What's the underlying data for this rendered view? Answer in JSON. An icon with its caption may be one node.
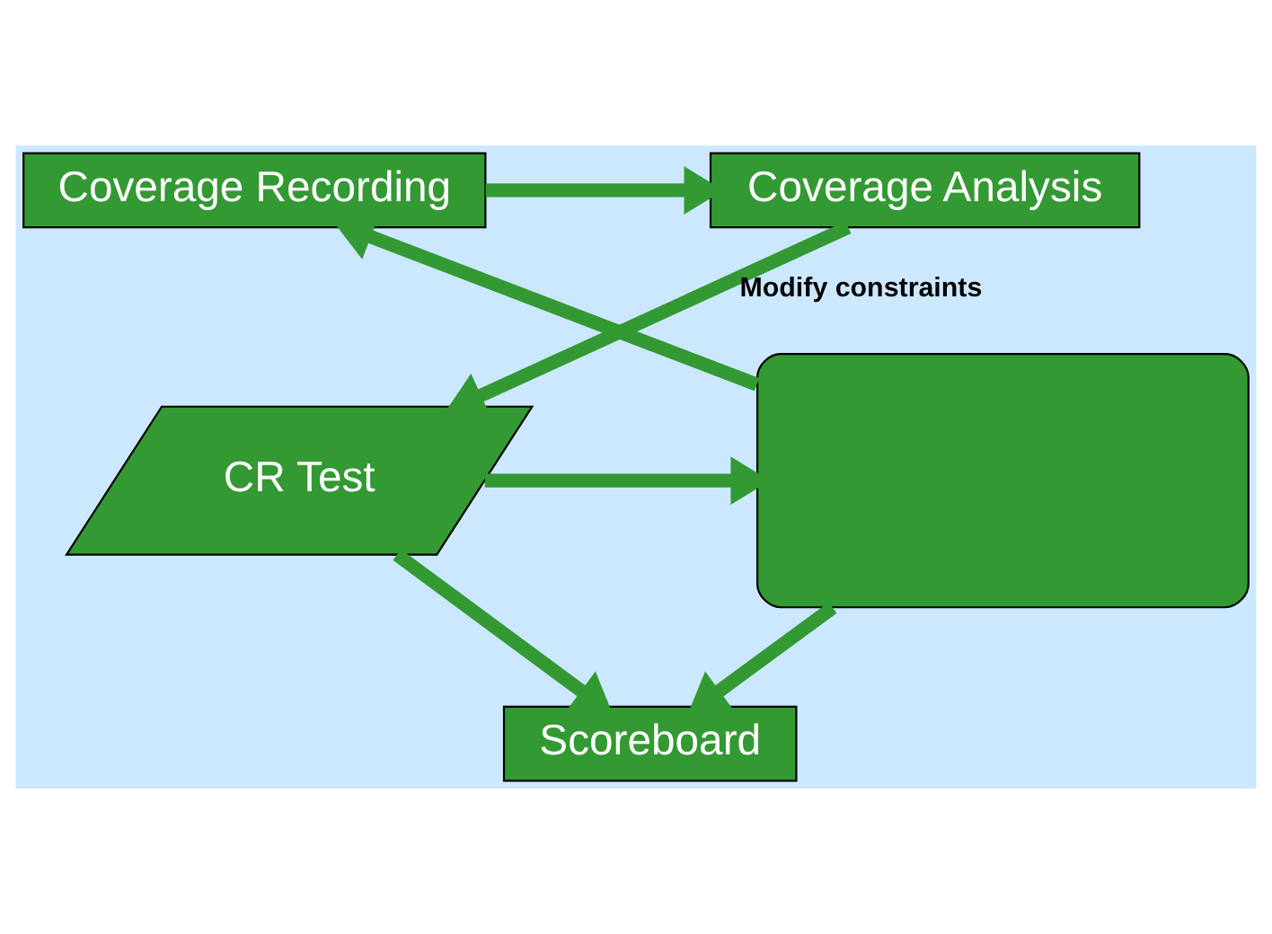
{
  "diagram": {
    "nodes": [
      {
        "text": [
          "Coverage Analysis"
        ]
      },
      {
        "text": [
          "Coverage Recording"
        ]
      },
      {
        "text": [
          "CR Test"
        ]
      },
      {
        "text": [],
        "shape": "box"
      },
      {
        "text": [
          "Scoreboard"
        ]
      }
    ],
    "edges": [
      {
        "from": 1,
        "to": 0,
        "arrow": "to"
      },
      {
        "from": 0,
        "to": 2,
        "arrow": "to",
        "label": "Modify constraints"
      },
      {
        "from": 2,
        "to": 3,
        "arrow": "to"
      },
      {
        "from": 3,
        "to": 1,
        "arrow": "to"
      },
      {
        "from": 2,
        "to": 4,
        "arrow": "to"
      },
      {
        "from": 3,
        "to": 4,
        "arrow": "to"
      }
    ]
  }
}
